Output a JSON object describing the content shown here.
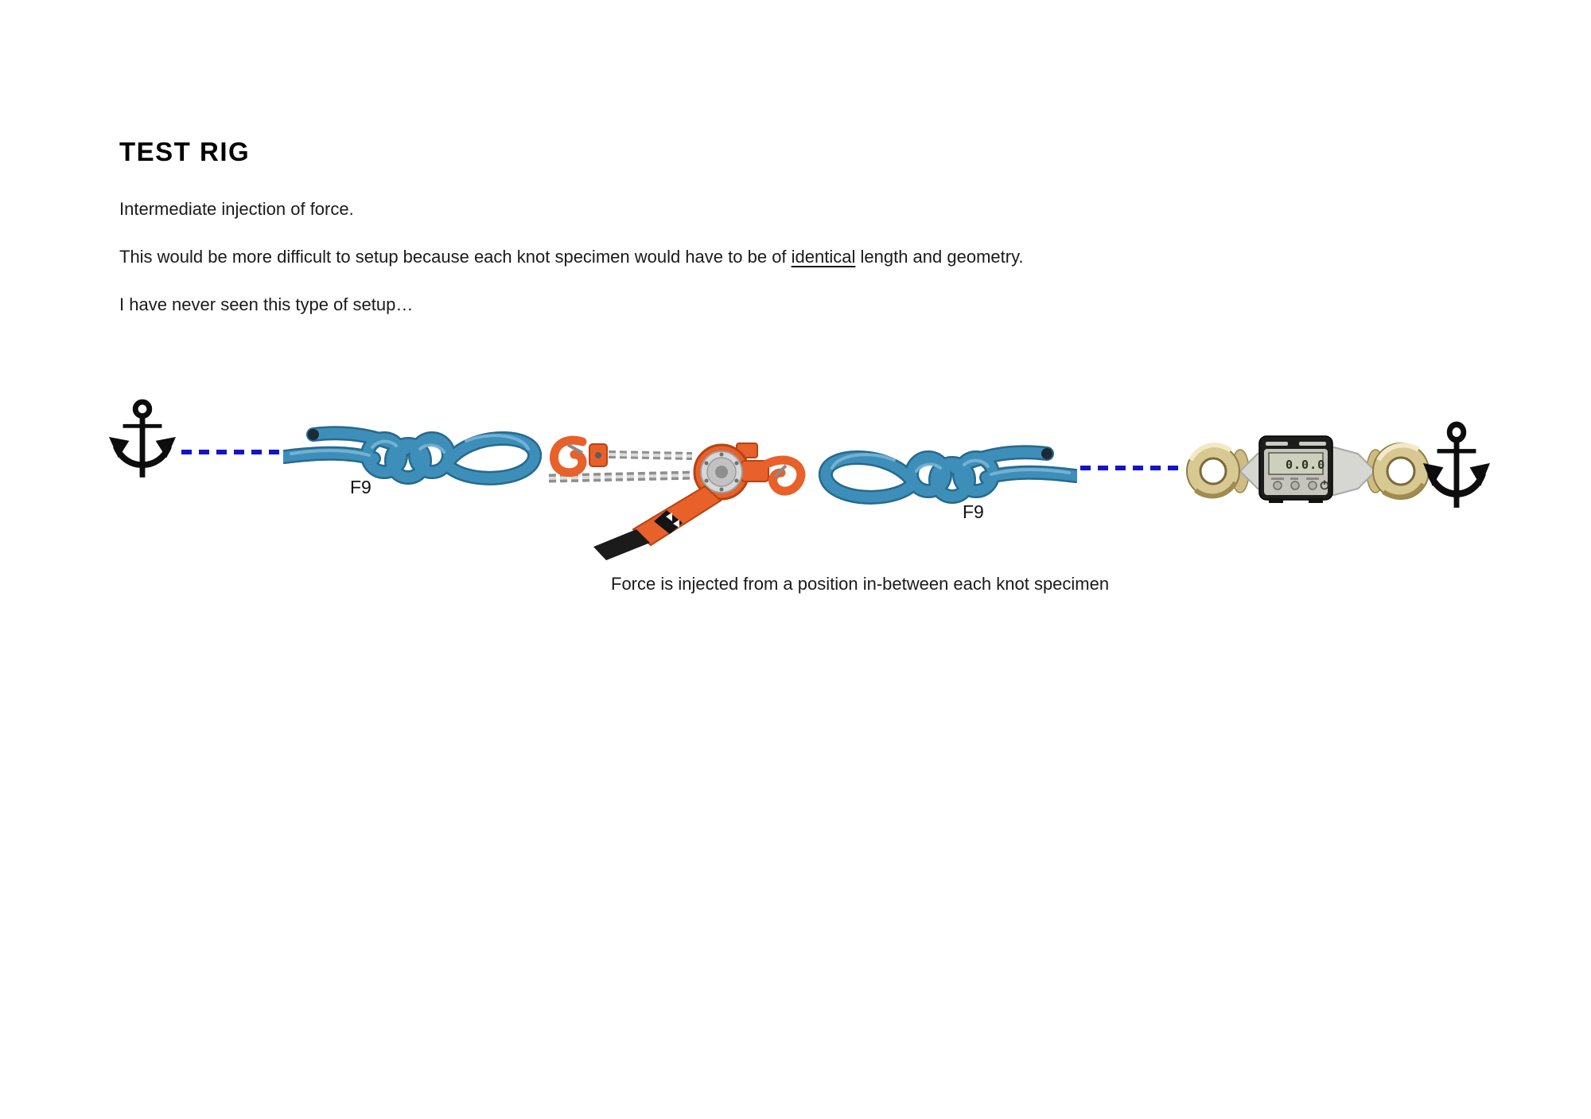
{
  "title": "TEST RIG",
  "paragraphs": {
    "p1": "Intermediate injection of force.",
    "p2_before": "This would be more difficult to setup because each knot specimen would have to be of ",
    "p2_underline": "identical",
    "p2_after": " length and geometry.",
    "p3": "I have never seen this type of setup…"
  },
  "diagram": {
    "left_knot_label": "F9",
    "right_knot_label": "F9",
    "caption": "Force is injected from a position in-between each knot specimen",
    "load_cell_reading": "0.0.0",
    "colors": {
      "rope_blue": "#3d8fba",
      "rope_shadow": "#266a8e",
      "rope_highlight": "#7cb7d8",
      "dash_blue": "#1212cf",
      "hoist_orange": "#e8602a",
      "hoist_orange_dark": "#b64411",
      "chain_gray": "#9b9b9b",
      "brass": "#d8c891",
      "anchor_black": "#0d0d0d",
      "lcd_green": "#ccd0bc"
    }
  }
}
